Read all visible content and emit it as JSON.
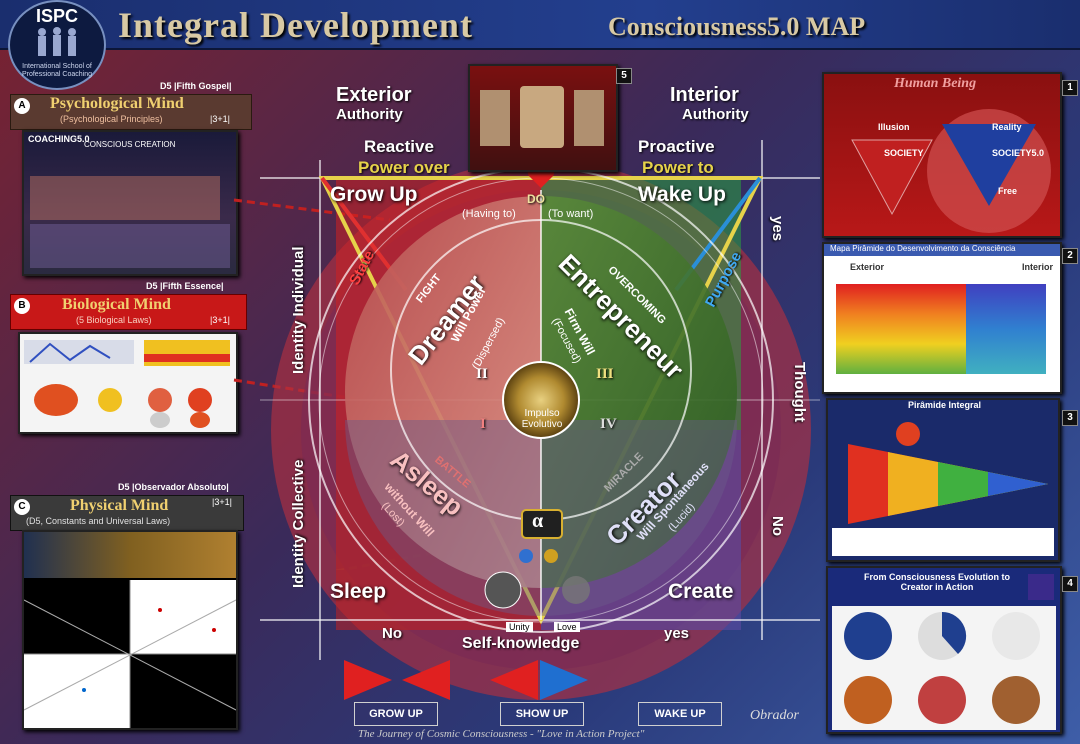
{
  "header": {
    "title": "Integral Development",
    "subtitle": "Consciousness5.0 MAP",
    "logo_text": "ISPC",
    "logo_caption": "International School of Professional Coaching"
  },
  "left_panels": [
    {
      "letter": "A",
      "source": "D5 |Fifth Gospel|",
      "title": "Psychological Mind",
      "subtitle": "(Psychological Principles)",
      "code": "|3+1|",
      "thumb_title": "COACHING5.0",
      "thumb_sub": "CONSCIOUS CREATION"
    },
    {
      "letter": "B",
      "source": "D5 |Fifth Essence|",
      "title": "Biological Mind",
      "subtitle": "(5 Biological Laws)",
      "code": "|3+1|"
    },
    {
      "letter": "C",
      "source": "D5 |Observador Absoluto|",
      "title": "Physical Mind",
      "subtitle": "(D5, Constants and Universal Laws)",
      "code": "|3+1|"
    }
  ],
  "right_panels": [
    {
      "num": "1",
      "title": "Human Being",
      "labels": [
        "Illusion",
        "Reality",
        "SOCIETY",
        "SOCIETY5.0",
        "Free"
      ]
    },
    {
      "num": "2",
      "title": "Mapa Pirâmide do Desenvolvimento da Consciência",
      "labels": [
        "Exterior",
        "Interior"
      ]
    },
    {
      "num": "3",
      "title": "Pirâmide Integral"
    },
    {
      "num": "4",
      "title": "From Consciousness Evolution to Creator in Action"
    }
  ],
  "top_thumb_num": "5",
  "map": {
    "exterior": "Exterior",
    "exterior_authority": "Authority",
    "interior": "Interior",
    "interior_authority": "Authority",
    "reactive": "Reactive",
    "power_over": "Power over",
    "proactive": "Proactive",
    "power_to": "Power to",
    "grow_up": "Grow Up",
    "wake_up": "Wake Up",
    "sleep": "Sleep",
    "create": "Create",
    "do": "DO",
    "having_to": "(Having to)",
    "to_want": "(To want)",
    "dreamer": "Dreamer",
    "entrepreneur": "Entrepreneur",
    "asleep": "Asleep",
    "creator": "Creator",
    "fight": "FIGHT",
    "overcoming": "OVERCOMING",
    "battle": "BATTLE",
    "miracle": "MIRACLE",
    "will_power": "Will Power",
    "dispersed": "(Dispersed)",
    "firm_will": "Firm Will",
    "focused": "(Focused)",
    "without_will": "without Will",
    "lost": "(Lost)",
    "spontaneous_will": "Will Spontaneous",
    "lucid": "(Lucid)",
    "roman": [
      "I",
      "II",
      "III",
      "IV"
    ],
    "impulso": "Impulso Evolutivo",
    "alpha": "α",
    "state": "State",
    "purpose": "Purpose",
    "identity_individual": "Identity Individual",
    "identity_collective": "Identity Collective",
    "yes_right": "yes",
    "thought": "Thought",
    "no_right": "No",
    "no_bottom": "No",
    "yes_bottom": "yes",
    "self_knowledge": "Self-knowledge",
    "unity": "Unity",
    "love": "Love"
  },
  "buttons": {
    "grow_up": "GROW UP",
    "show_up": "SHOW UP",
    "wake_up": "WAKE UP"
  },
  "footer": {
    "caption": "The Journey of Cosmic Consciousness - \"Love in Action Project\"",
    "signature": "Obrador"
  },
  "colors": {
    "accent_gold": "#f0d070",
    "red": "#e02020",
    "blue": "#1f6fd0",
    "green": "#5cb83a"
  }
}
